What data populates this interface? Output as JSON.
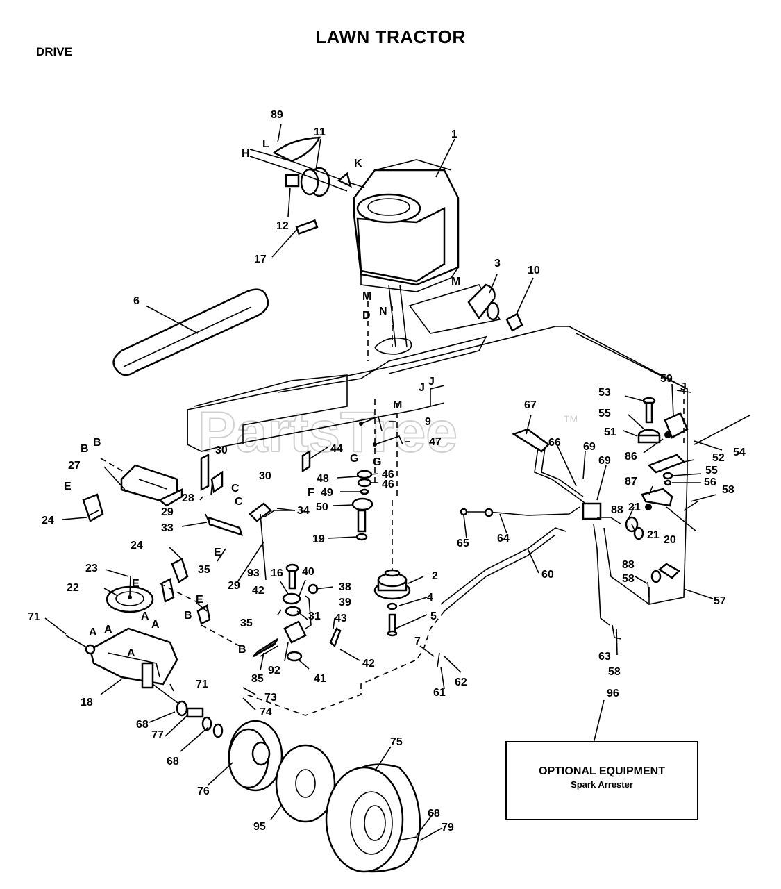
{
  "header": {
    "title": "LAWN TRACTOR",
    "section": "DRIVE"
  },
  "watermark": {
    "text": "PartsTree",
    "tm": "TM"
  },
  "optional_box": {
    "title": "OPTIONAL EQUIPMENT",
    "subtitle": "Spark Arrester"
  },
  "labels": {
    "p1": "1",
    "p2": "2",
    "p3": "3",
    "p4": "4",
    "p5": "5",
    "p6": "6",
    "p7": "7",
    "p9": "9",
    "p10": "10",
    "p11": "11",
    "p12": "12",
    "p16": "16",
    "p17": "17",
    "p18": "18",
    "p19": "19",
    "p20": "20",
    "p21a": "21",
    "p21b": "21",
    "p22": "22",
    "p23": "23",
    "p24a": "24",
    "p24b": "24",
    "p27": "27",
    "p28": "28",
    "p29a": "29",
    "p29b": "29",
    "p30a": "30",
    "p30b": "30",
    "p31": "31",
    "p33": "33",
    "p34": "34",
    "p35a": "35",
    "p35b": "35",
    "p38": "38",
    "p39": "39",
    "p40": "40",
    "p41": "41",
    "p42a": "42",
    "p42b": "42",
    "p43": "43",
    "p44": "44",
    "p46a": "46",
    "p46b": "46",
    "p47": "47",
    "p48": "48",
    "p49": "49",
    "p50": "50",
    "p51": "51",
    "p52": "52",
    "p53": "53",
    "p54": "54",
    "p55a": "55",
    "p55b": "55",
    "p56": "56",
    "p57": "57",
    "p58a": "58",
    "p58b": "58",
    "p58c": "58",
    "p59": "59",
    "p60": "60",
    "p61": "61",
    "p62": "62",
    "p63": "63",
    "p64": "64",
    "p65": "65",
    "p66": "66",
    "p67": "67",
    "p68a": "68",
    "p68b": "68",
    "p68c": "68",
    "p69a": "69",
    "p69b": "69",
    "p71a": "71",
    "p71b": "71",
    "p73": "73",
    "p74": "74",
    "p75": "75",
    "p76": "76",
    "p77": "77",
    "p79": "79",
    "p85": "85",
    "p86": "86",
    "p87": "87",
    "p88a": "88",
    "p88b": "88",
    "p89": "89",
    "p92": "92",
    "p93": "93",
    "p95": "95",
    "p96": "96"
  },
  "letters": {
    "H": "H",
    "L": "L",
    "K": "K",
    "M1": "M",
    "M2": "M",
    "M3": "M",
    "N": "N",
    "D": "D",
    "J1": "J",
    "J2": "J",
    "J3": "J",
    "B1": "B",
    "B2": "B",
    "B3": "B",
    "B4": "B",
    "C1": "C",
    "C2": "C",
    "E1": "E",
    "E2": "E",
    "E3": "E",
    "E4": "E",
    "F": "F",
    "G1": "G",
    "G2": "G",
    "A1": "A",
    "A2": "A",
    "A3": "A",
    "A4": "A",
    "A5": "A"
  }
}
